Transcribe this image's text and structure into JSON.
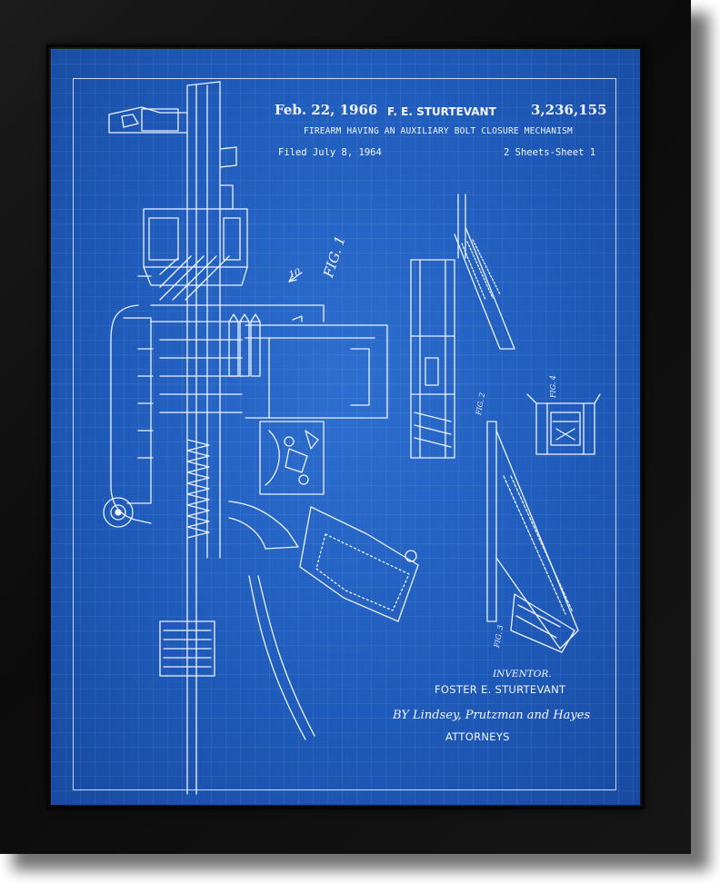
{
  "poster": {
    "date": "Feb. 22, 1966",
    "inventor_header": "F. E. STURTEVANT",
    "patent_number": "3,236,155",
    "title": "FIREARM HAVING AN AUXILIARY BOLT CLOSURE MECHANISM",
    "filed": "Filed July 8, 1964",
    "sheets": "2 Sheets-Sheet 1",
    "fig1_label": "FIG. 1",
    "fig2_label": "FIG. 2",
    "fig3_label": "FIG. 3",
    "fig4_label": "FIG. 4",
    "ref_10": "10",
    "inventor_label": "INVENTOR.",
    "inventor_name": "FOSTER E. STURTEVANT",
    "attorneys_by": "BY Lindsey, Prutzman and Hayes",
    "attorneys_label": "ATTORNEYS"
  },
  "colors": {
    "frame": "#111111",
    "blueprint": "#1f5bbb",
    "ink": "#f2f6ff"
  }
}
